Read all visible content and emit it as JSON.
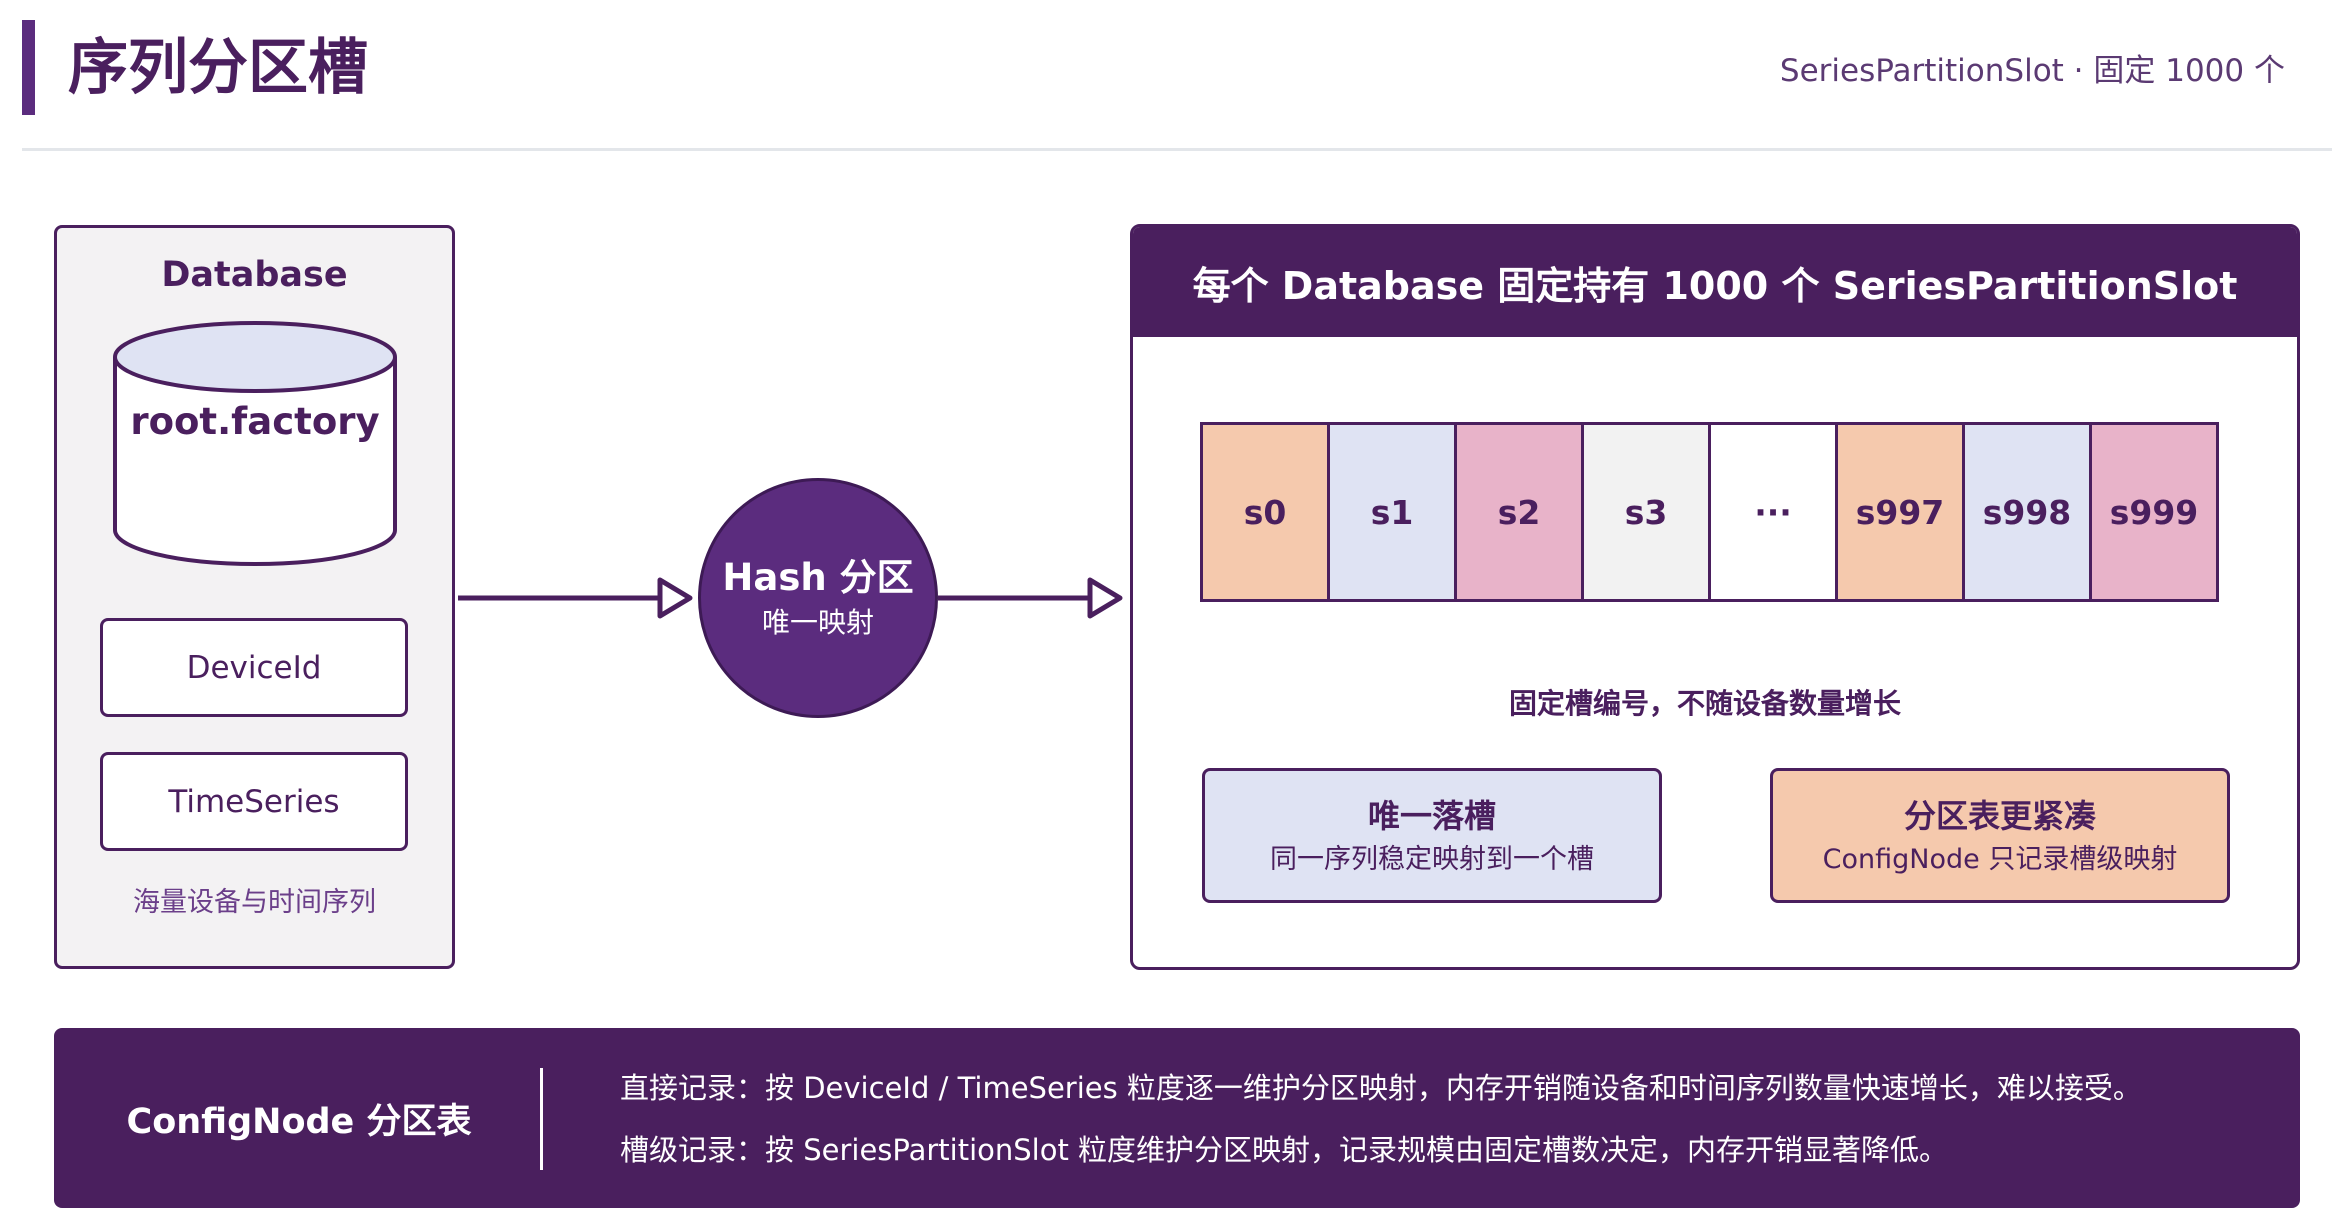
{
  "header": {
    "title": "序列分区槽",
    "subtitle": "SeriesPartitionSlot · 固定 1000 个"
  },
  "database": {
    "heading": "Database",
    "name": "root.factory",
    "fields": [
      "DeviceId",
      "TimeSeries"
    ],
    "caption": "海量设备与时间序列"
  },
  "hash": {
    "title": "Hash 分区",
    "subtitle": "唯一映射"
  },
  "slots_panel": {
    "header": "每个 Database 固定持有 1000 个 SeriesPartitionSlot",
    "slots": [
      {
        "label": "s0",
        "color": "#f5c9ad"
      },
      {
        "label": "s1",
        "color": "#dfe3f3"
      },
      {
        "label": "s2",
        "color": "#e8b3c9"
      },
      {
        "label": "s3",
        "color": "#f2f2f2"
      },
      {
        "label": "···",
        "color": "#ffffff"
      },
      {
        "label": "s997",
        "color": "#f5c9ad"
      },
      {
        "label": "s998",
        "color": "#dfe3f3"
      },
      {
        "label": "s999",
        "color": "#e8b3c9"
      }
    ],
    "axis_caption": "固定槽编号，不随设备数量增长",
    "features": [
      {
        "title": "唯一落槽",
        "desc": "同一序列稳定映射到一个槽",
        "color": "#dfe3f3"
      },
      {
        "title": "分区表更紧凑",
        "desc": "ConfigNode 只记录槽级映射",
        "color": "#f5c9ad"
      }
    ]
  },
  "bottom": {
    "title": "ConfigNode 分区表",
    "lines": [
      "直接记录：按 DeviceId / TimeSeries 粒度逐一维护分区映射，内存开销随设备和时间序列数量快速增长，难以接受。",
      "槽级记录：按 SeriesPartitionSlot 粒度维护分区映射，记录规模由固定槽数决定，内存开销显著降低。"
    ]
  },
  "colors": {
    "primary": "#4a1f5e",
    "accent": "#5b2c7e",
    "peach": "#f5c9ad",
    "lavender": "#dfe3f3",
    "pink": "#e8b3c9"
  }
}
